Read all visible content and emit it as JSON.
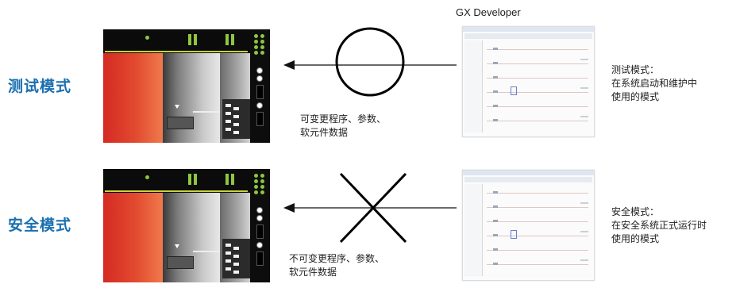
{
  "modes": [
    {
      "label": "测试模式",
      "caption_lines": [
        "可变更程序、参数、",
        "软元件数据"
      ],
      "symbol": "circle",
      "description_lines": [
        "测试模式：",
        "在系统启动和维护中",
        "使用的模式"
      ]
    },
    {
      "label": "安全模式",
      "caption_lines": [
        "不可变更程序、参数、",
        "软元件数据"
      ],
      "symbol": "cross",
      "description_lines": [
        "安全模式：",
        "在安全系统正式运行时",
        "使用的模式"
      ]
    }
  ],
  "software": {
    "title": "GX Developer"
  },
  "colors": {
    "mode_label": "#1a6fb0",
    "led_green": "#8ec63f",
    "module_red": "#d42a23"
  }
}
